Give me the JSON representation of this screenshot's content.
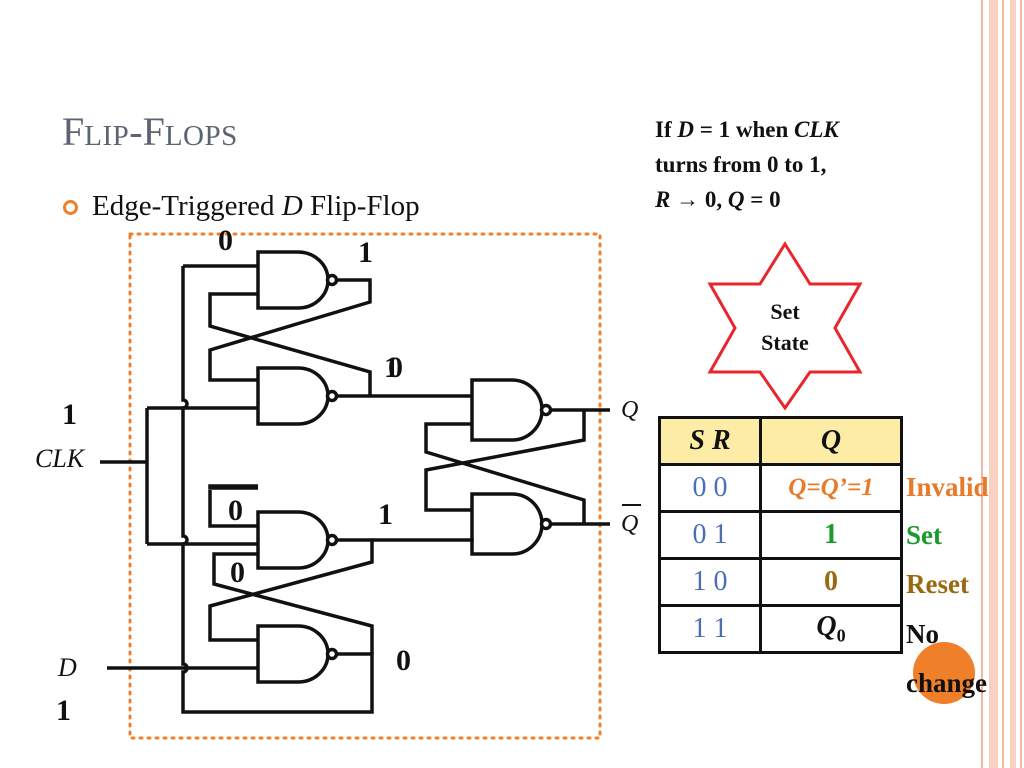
{
  "slide": {
    "title_first": "F",
    "title_first_rest": "LIP",
    "title_dash": "-",
    "title_second": "F",
    "title_second_rest": "LOPS",
    "bullet_pre": "Edge-Triggered ",
    "bullet_var": "D",
    "bullet_post": " Flip-Flop"
  },
  "note": {
    "line1_pre": "If ",
    "line1_d": "D",
    "line1_mid": " = 1 when ",
    "line1_clk": "CLK",
    "line2": "turns from 0 to 1,",
    "line3_r": "R",
    "line3_mid": " → 0, ",
    "line3_q": "Q",
    "line3_post": " = 0"
  },
  "star": {
    "line1": "Set",
    "line2": "State"
  },
  "circuit": {
    "inputs": {
      "clk": "CLK",
      "d": "D"
    },
    "outputs": {
      "q": "Q",
      "qbar": "Q"
    },
    "values": {
      "g1_in": "0",
      "g1_out": "1",
      "g2_out_old": "1",
      "g2_out_new": "0",
      "clk_val": "1",
      "g3_in": "0",
      "g3_out": "1",
      "g3_in_low": "0",
      "g4_out": "0",
      "d_val": "1"
    }
  },
  "truth_table": {
    "headers": {
      "sr": "S  R",
      "q": "Q"
    },
    "rows": [
      {
        "sr": "0  0",
        "q": "Q=Q’=1",
        "desc": "Invalid"
      },
      {
        "sr": "0  1",
        "q": "1",
        "desc": "Set"
      },
      {
        "sr": "1  0",
        "q": "0",
        "desc": "Reset"
      },
      {
        "sr": "1  1",
        "q_main": "Q",
        "q_sub": "0",
        "desc_line1": "No",
        "desc_line2": "change"
      }
    ]
  },
  "colors": {
    "title": "#5a6472",
    "accent_orange": "#f07f2a",
    "star_red": "#e8262d",
    "table_header": "#fdeca6",
    "sr_blue": "#4a6fb5",
    "invalid": "#e87a2a",
    "set": "#1a9a2a",
    "reset": "#9a6a10"
  }
}
